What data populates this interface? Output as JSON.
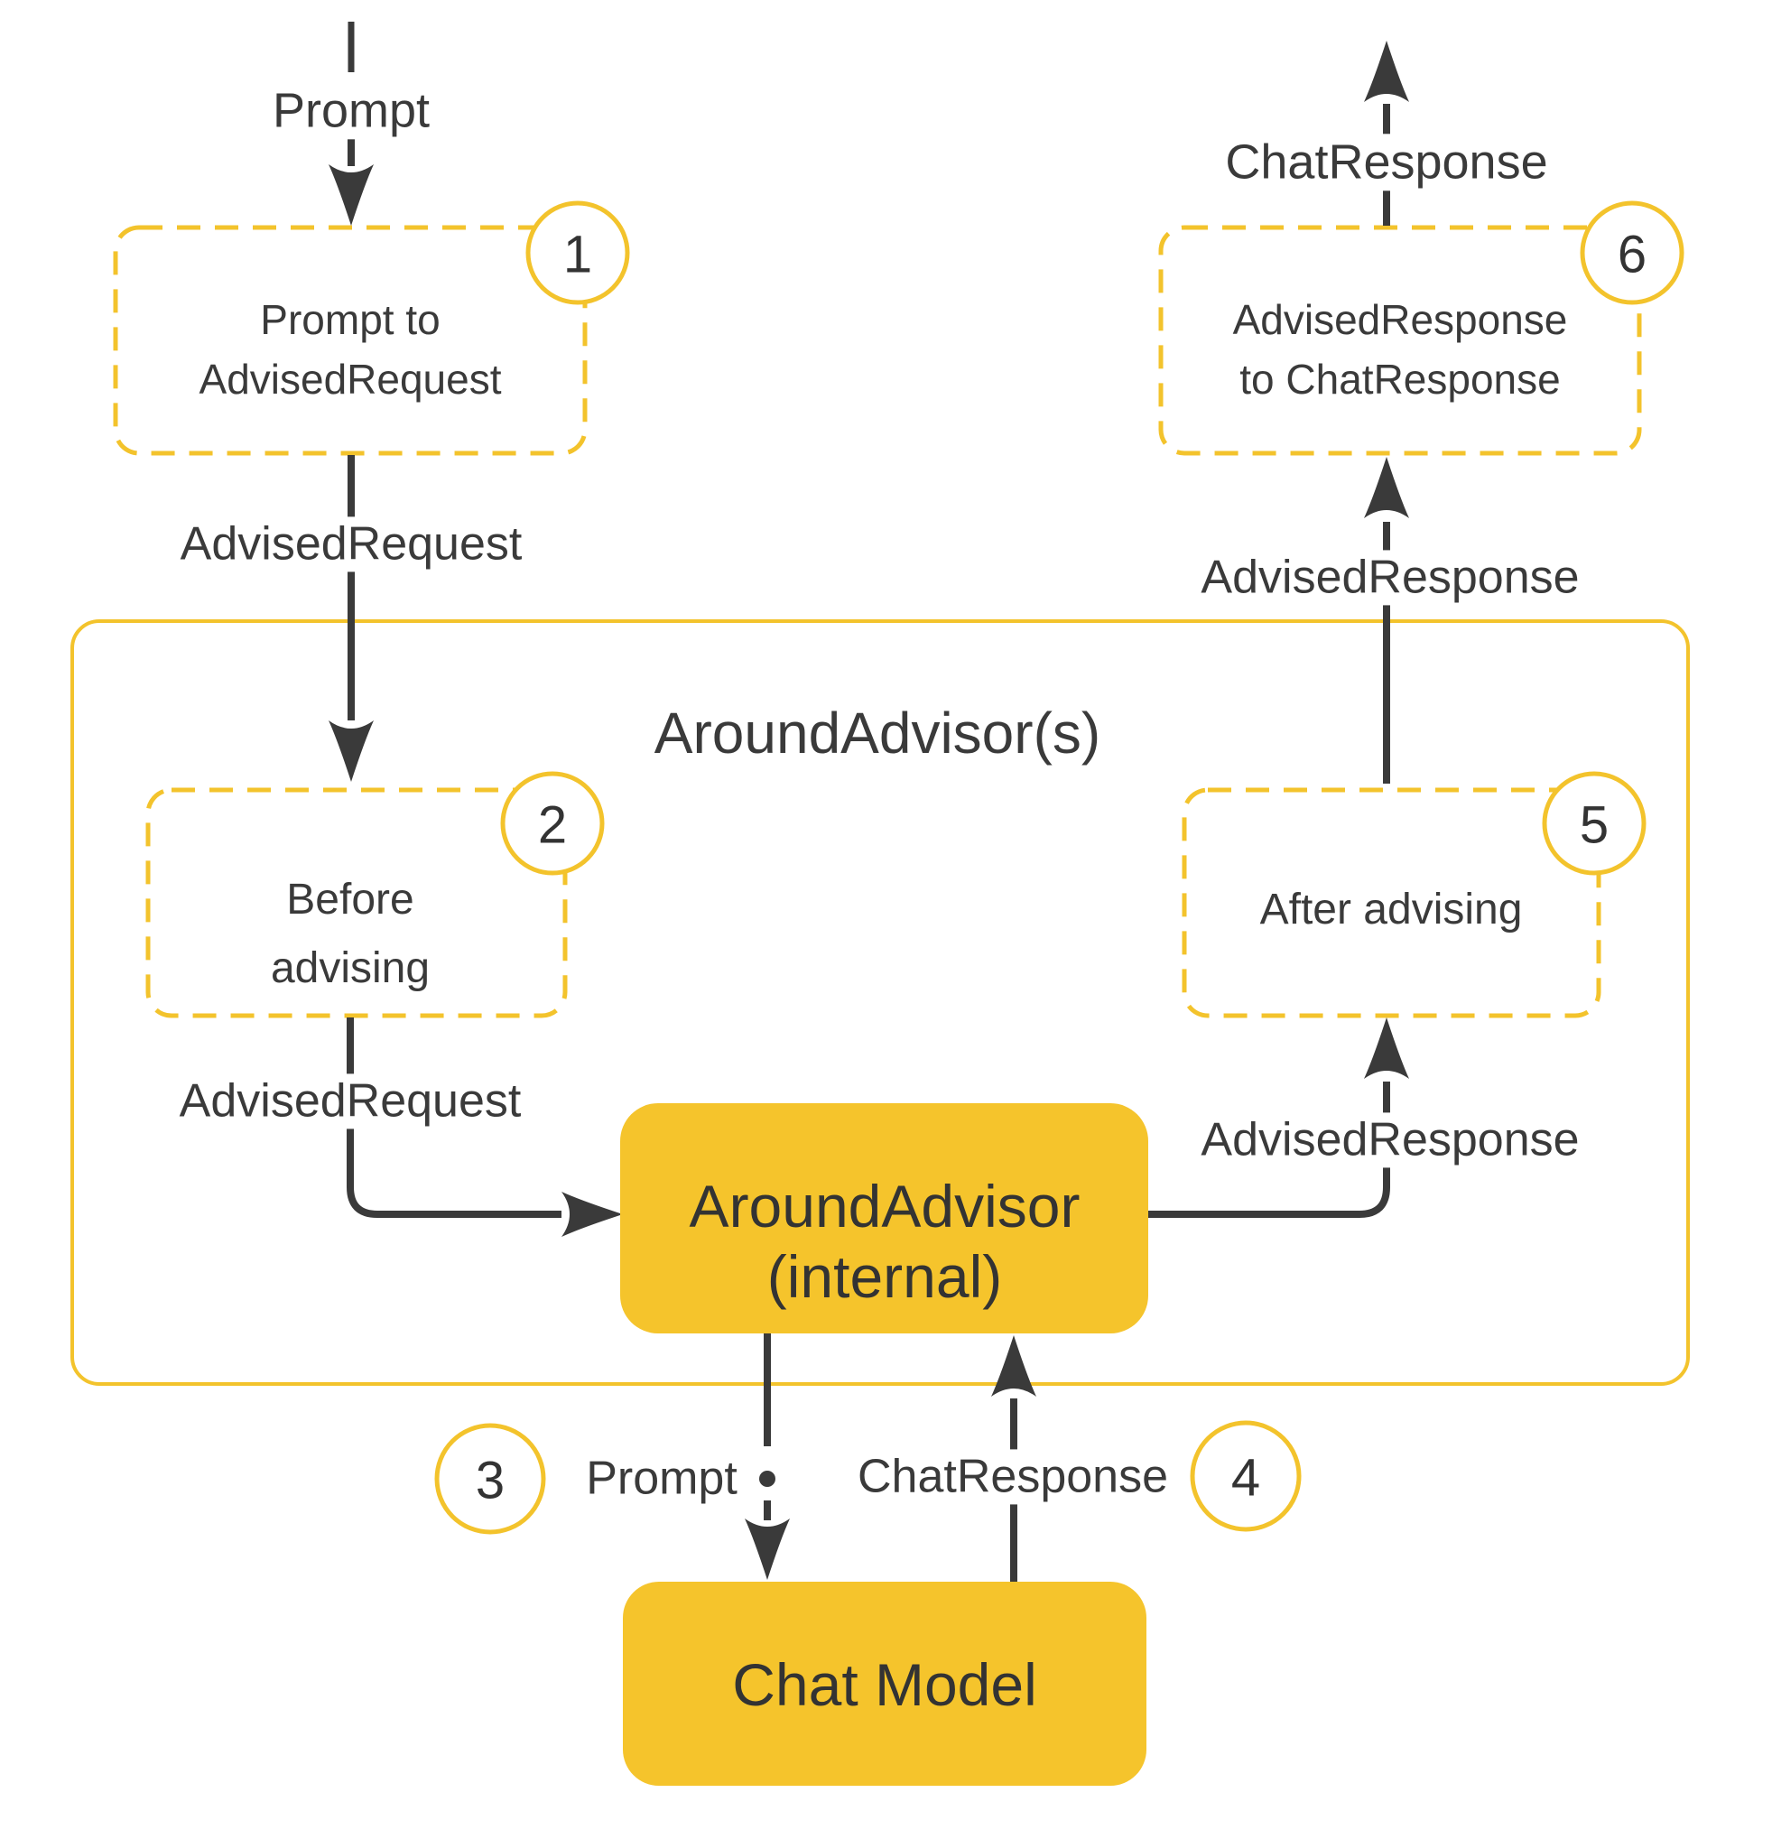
{
  "diagram_title": "AroundAdvisor(s)",
  "colors": {
    "accent_yellow": "#F3C32C",
    "box_fill_yellow": "#F5C42C",
    "ink_dark": "#3A3A3A",
    "background": "#FFFFFF"
  },
  "container": {
    "title": "AroundAdvisor(s)"
  },
  "nodes": {
    "step1": {
      "line1": "Prompt to",
      "line2": "AdvisedRequest",
      "badge": "1"
    },
    "step2": {
      "line1": "Before",
      "line2": "advising",
      "badge": "2"
    },
    "step5": {
      "label": "After advising",
      "badge": "5"
    },
    "step6": {
      "line1": "AdvisedResponse",
      "line2": "to ChatResponse",
      "badge": "6"
    },
    "around_internal": {
      "line1": "AroundAdvisor",
      "line2": "(internal)"
    },
    "chat_model": {
      "label": "Chat Model"
    }
  },
  "badges": {
    "step3": "3",
    "step4": "4"
  },
  "flow_labels": {
    "prompt_top": "Prompt",
    "advised_request_upper": "AdvisedRequest",
    "advised_request_inner": "AdvisedRequest",
    "advised_response_inner": "AdvisedResponse",
    "advised_response_upper": "AdvisedResponse",
    "chat_response_top": "ChatResponse",
    "prompt_bottom": "Prompt",
    "chat_response_bottom": "ChatResponse"
  }
}
